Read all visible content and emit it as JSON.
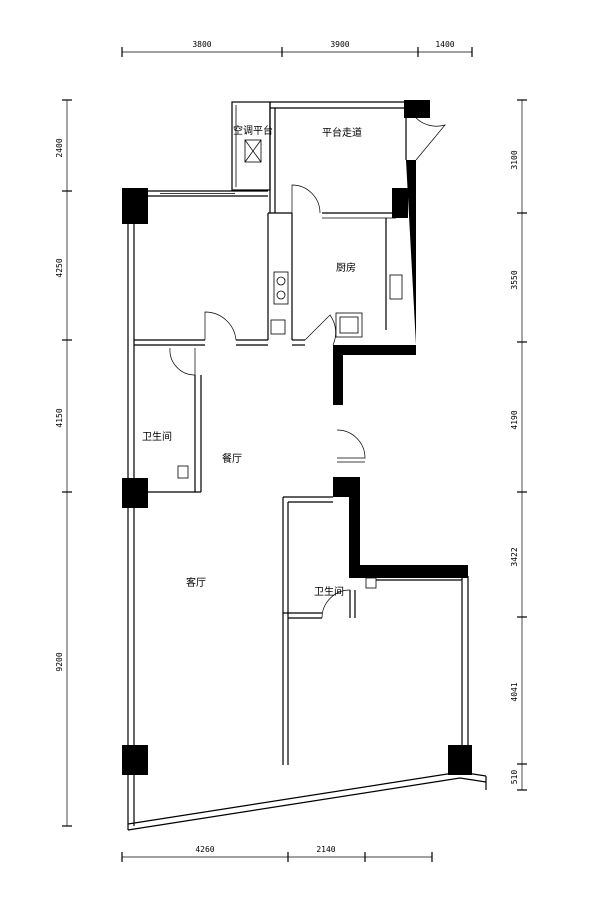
{
  "rooms": {
    "ac_platform": "空调平台",
    "balcony_corridor": "平台走道",
    "kitchen": "厨房",
    "bathroom1": "卫生间",
    "dining": "餐厅",
    "living": "客厅",
    "bathroom2": "卫生间"
  },
  "dimensions": {
    "top": [
      "3800",
      "3900",
      "1400"
    ],
    "bottom": [
      "4260",
      "2140"
    ],
    "left": [
      "2400",
      "4250",
      "4150",
      "9200"
    ],
    "right": [
      "3100",
      "3550",
      "4190",
      "3422",
      "4041",
      "510"
    ]
  }
}
